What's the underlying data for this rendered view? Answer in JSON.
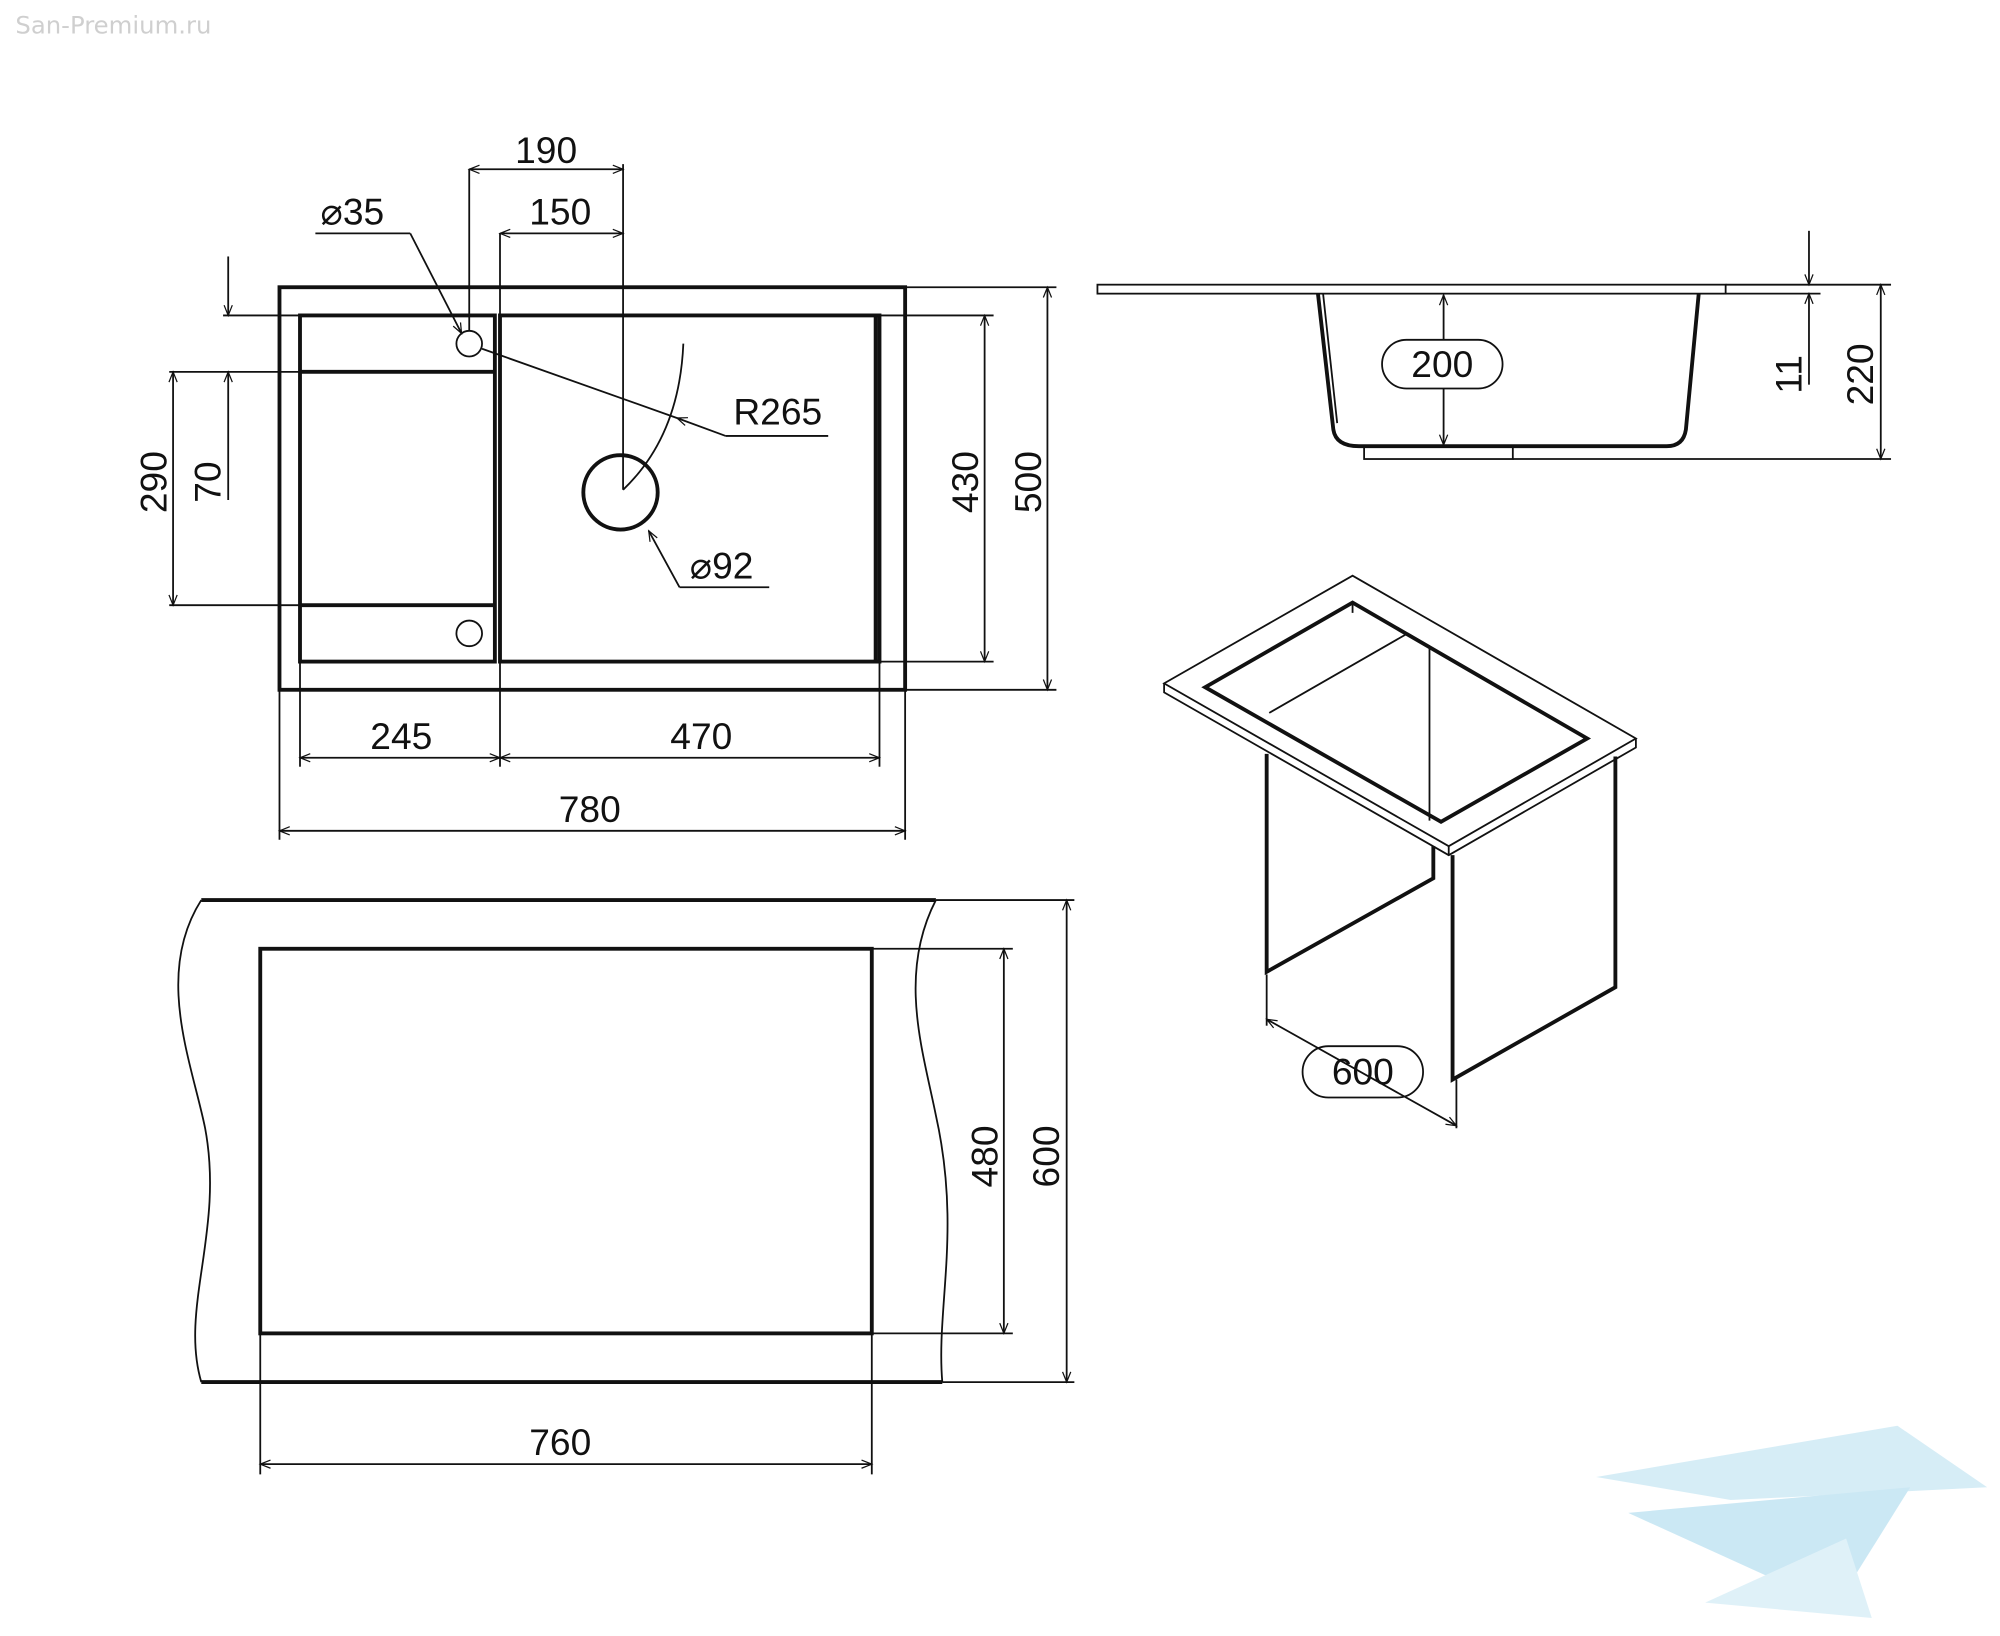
{
  "watermark": "San-Premium.ru",
  "top_view": {
    "d190": "190",
    "d150": "150",
    "hole": "35",
    "radius": "R265",
    "drain": "92",
    "d290": "290",
    "d70": "70",
    "d430": "430",
    "d500": "500",
    "d245": "245",
    "d470": "470",
    "d780": "780"
  },
  "cutout": {
    "d480": "480",
    "d600": "600",
    "d760": "760"
  },
  "side_view": {
    "depth": "200",
    "thickness": "11",
    "height": "220"
  },
  "iso_view": {
    "cabinet": "600"
  },
  "diameter_symbol": "⌀",
  "colors": {
    "line": "#111111",
    "watermark_logo": "#bfe3f2"
  }
}
